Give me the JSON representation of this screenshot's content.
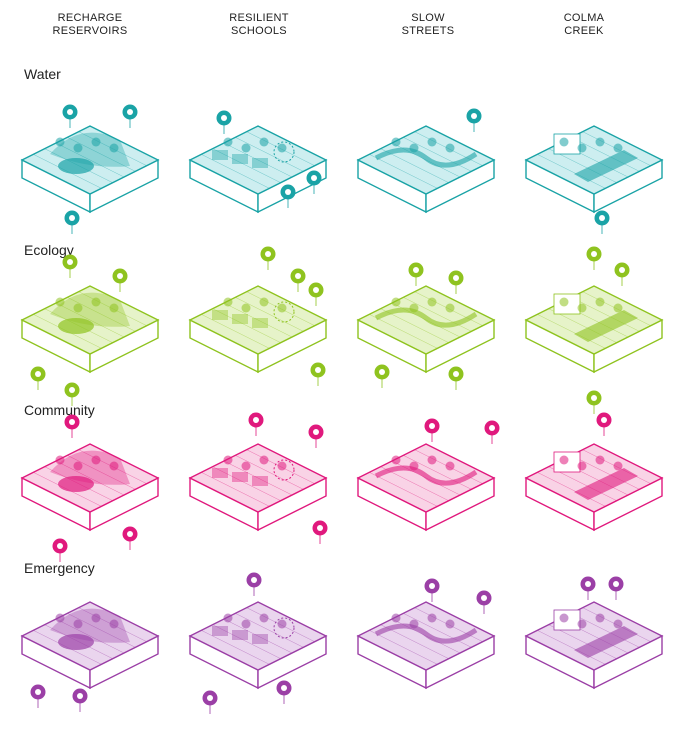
{
  "columns": [
    {
      "line1": "RECHARGE",
      "line2": "RESERVOIRS"
    },
    {
      "line1": "RESILIENT",
      "line2": "SCHOOLS"
    },
    {
      "line1": "SLOW",
      "line2": "STREETS"
    },
    {
      "line1": "COLMA",
      "line2": "CREEK"
    }
  ],
  "rows": [
    {
      "label": "Water",
      "color": "#1aa3a6",
      "fill": "#cdeef0",
      "icons": [
        [
          "wave-icon",
          "mountain-icon",
          "tree-icon"
        ],
        [
          "school-icon",
          "bucket-icon",
          "play-icon"
        ],
        [
          "boat-icon"
        ],
        [
          "boat-icon"
        ]
      ]
    },
    {
      "label": "Ecology",
      "color": "#8fc31f",
      "fill": "#e6f3c9",
      "icons": [
        [
          "deer-icon",
          "trees-icon",
          "bird-icon",
          "fish-icon"
        ],
        [
          "tree-icon",
          "bird-icon",
          "bird-icon",
          "plant-icon"
        ],
        [
          "bird-icon",
          "tree-icon",
          "bird-icon",
          "boat-icon"
        ],
        [
          "tree-icon",
          "bird-icon",
          "boat-icon"
        ]
      ]
    },
    {
      "label": "Community",
      "color": "#e0197d",
      "fill": "#f9d3e6",
      "icons": [
        [
          "hiker-icon",
          "gathering-icon",
          "info-icon"
        ],
        [
          "store-icon",
          "bike-icon",
          "market-icon"
        ],
        [
          "bike-icon",
          "walk-icon"
        ],
        [
          "bike-icon"
        ]
      ]
    },
    {
      "label": "Emergency",
      "color": "#9b3fa6",
      "fill": "#ead5ee",
      "icons": [
        [
          "drop-icon",
          "pump-icon"
        ],
        [
          "shelter-icon",
          "battery-icon",
          "power-icon"
        ],
        [
          "bike-icon",
          "walk-icon"
        ],
        [
          "family-icon",
          "bike-icon"
        ]
      ]
    }
  ]
}
